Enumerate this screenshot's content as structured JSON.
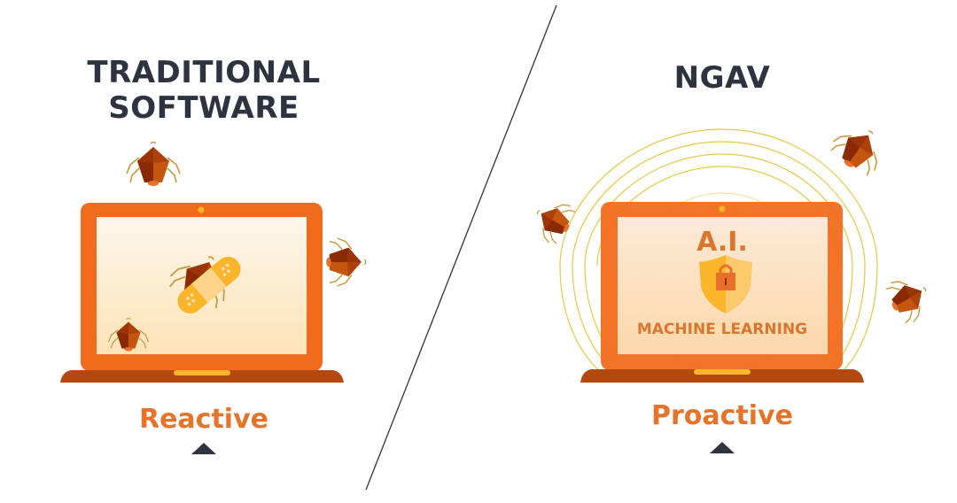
{
  "left_panel": {
    "title_line1": "TRADITIONAL",
    "title_line2": "SOFTWARE",
    "caption": "Reactive",
    "illustration": "laptop-with-bugs-and-bandage"
  },
  "right_panel": {
    "title": "NGAV",
    "screen_title": "A.I.",
    "screen_subtitle": "MACHINE LEARNING",
    "caption": "Proactive",
    "illustration": "laptop-with-shield-and-protective-rings"
  },
  "colors": {
    "heading": "#2d3440",
    "caption": "#e5742a",
    "laptop_frame": "#f26b1d",
    "laptop_base": "#b5490d",
    "laptop_notch": "#fbb52b",
    "screen_top": "#fcf6ea",
    "screen_bottom": "#fde3b8",
    "bug_dark": "#8a2a05",
    "bug_light": "#c4560e",
    "bug_legs": "#c8963c",
    "rings": "#e4c84a",
    "shield_left": "#fbb52b",
    "shield_right": "#fcc96a",
    "lock": "#e8702a",
    "divider": "#333333"
  }
}
